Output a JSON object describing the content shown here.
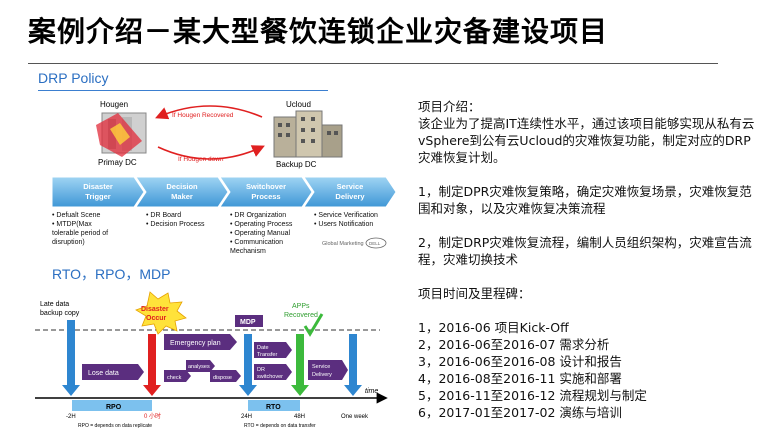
{
  "title": "案例介绍－某大型餐饮连锁企业灾备建设项目",
  "drp_heading": "DRP Policy",
  "drp_diagram": {
    "hougen_label": "Hougen",
    "ucloud_label": "Ucloud",
    "primary_dc": "Primay DC",
    "backup_dc": "Backup DC",
    "arrow_top": "If Hougen Recovered",
    "arrow_bottom": "If Hougen down",
    "phases": [
      {
        "name": "Disaster Trigger",
        "l1": "Disaster",
        "l2": "Trigger",
        "bullets": [
          "• Defualt Scene",
          "• MTDP(Max",
          "tolerable period of",
          "disruption)"
        ]
      },
      {
        "name": "Decision Maker",
        "l1": "Decision",
        "l2": "Maker",
        "bullets": [
          "• DR Board",
          "• Decision Process"
        ]
      },
      {
        "name": "Switchover Process",
        "l1": "Switchover",
        "l2": "Process",
        "bullets": [
          "• DR Organization",
          "• Operating Process",
          "• Operating Manual",
          "• Communication",
          "Mechanism"
        ]
      },
      {
        "name": "Service Delivery",
        "l1": "Service",
        "l2": "Delivery",
        "bullets": [
          "• Service Verification",
          "• Users Notification"
        ]
      }
    ],
    "footer_text": "Global Marketing",
    "footer_logo": "DELL"
  },
  "rto_heading": "RTO，RPO，MDP",
  "timeline": {
    "late_data": [
      "Late data",
      "backup copy"
    ],
    "disaster": [
      "Disaster",
      "Occur"
    ],
    "mdp": "MDP",
    "apps": [
      "APPs",
      "Recovered"
    ],
    "lose_data": "Lose data",
    "emergency_plan": "Emergency plan",
    "check": "check",
    "analyses": "analyses",
    "dispose": "dispose",
    "date_transfer": [
      "Date",
      "Transfer"
    ],
    "dr_switchover": [
      "DR",
      "switchover"
    ],
    "service_delivery": [
      "Service",
      "Delivery"
    ],
    "time": "time",
    "rpo": "RPO",
    "rto": "RTO",
    "ticks": [
      "-2H",
      "0 小时",
      "24H",
      "48H",
      "One week"
    ],
    "rpo_note": "RPO = depends on data replicate",
    "rto_note": "RTO = depends on data transfer"
  },
  "intro": {
    "heading": "项目介绍：",
    "body": "该企业为了提高IT连续性水平，通过该项目能够实现从私有云vSphere到公有云Ucloud的灾难恢复功能，制定对应的DRP灾难恢复计划。",
    "item1": "1，制定DPR灾难恢复策略，确定灾难恢复场景，灾难恢复范围和对象，以及灾难恢复决策流程",
    "item2": "2，制定DRP灾难恢复流程，编制人员组织架构，灾难宣告流程，灾难切换技术"
  },
  "milestones": {
    "heading": "项目时间及里程碑：",
    "items": [
      "1，2016-06 项目Kick-Off",
      "2，2016-06至2016-07 需求分析",
      "3，2016-06至2016-08 设计和报告",
      "4，2016-08至2016-11 实施和部署",
      "5，2016-11至2016-12 流程规划与制定",
      "6，2017-01至2017-02 演练与培训"
    ]
  },
  "colors": {
    "accent_blue": "#2b6fc2",
    "chevron_blue": "#6fb7e6",
    "purple": "#5b2e7f",
    "timeline_blue": "#2e86d0",
    "red_arrow": "#e02020",
    "green_arrow": "#3cba3c"
  }
}
